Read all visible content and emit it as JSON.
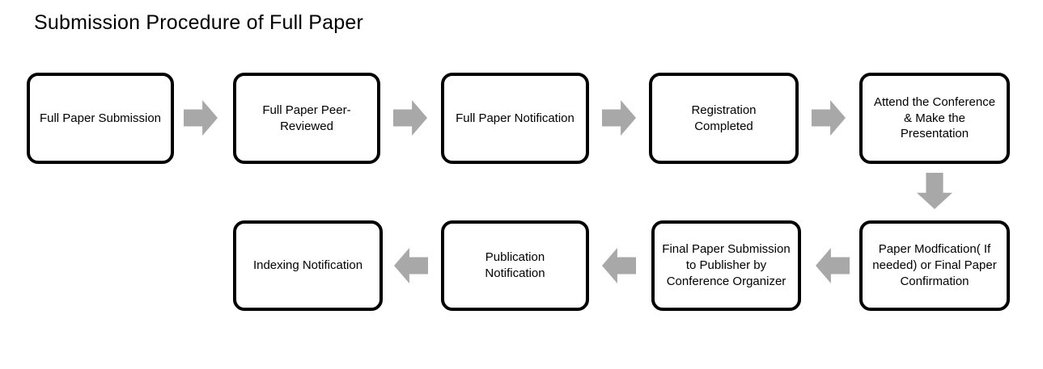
{
  "title": "Submission Procedure of Full Paper",
  "colors": {
    "arrow": "#a8a8a8",
    "box_border": "#000000",
    "box_fill": "#ffffff",
    "text": "#000000",
    "background": "#ffffff"
  },
  "nodes": [
    {
      "step": 1,
      "label": "Full Paper Submission"
    },
    {
      "step": 2,
      "label": "Full Paper Peer-\nReviewed"
    },
    {
      "step": 3,
      "label": "Full Paper Notification"
    },
    {
      "step": 4,
      "label": "Registration\nCompleted"
    },
    {
      "step": 5,
      "label": "Attend the Conference\n& Make the\nPresentation"
    },
    {
      "step": 6,
      "label": "Paper Modfication( If\nneeded) or Final Paper\nConfirmation"
    },
    {
      "step": 7,
      "label": "Final Paper Submission\nto Publisher by\nConference Organizer"
    },
    {
      "step": 8,
      "label": "Publication\nNotification"
    },
    {
      "step": 9,
      "label": "Indexing Notification"
    }
  ],
  "connections": [
    {
      "from": 1,
      "to": 2,
      "direction": "right"
    },
    {
      "from": 2,
      "to": 3,
      "direction": "right"
    },
    {
      "from": 3,
      "to": 4,
      "direction": "right"
    },
    {
      "from": 4,
      "to": 5,
      "direction": "right"
    },
    {
      "from": 5,
      "to": 6,
      "direction": "down"
    },
    {
      "from": 6,
      "to": 7,
      "direction": "left"
    },
    {
      "from": 7,
      "to": 8,
      "direction": "left"
    },
    {
      "from": 8,
      "to": 9,
      "direction": "left"
    }
  ]
}
